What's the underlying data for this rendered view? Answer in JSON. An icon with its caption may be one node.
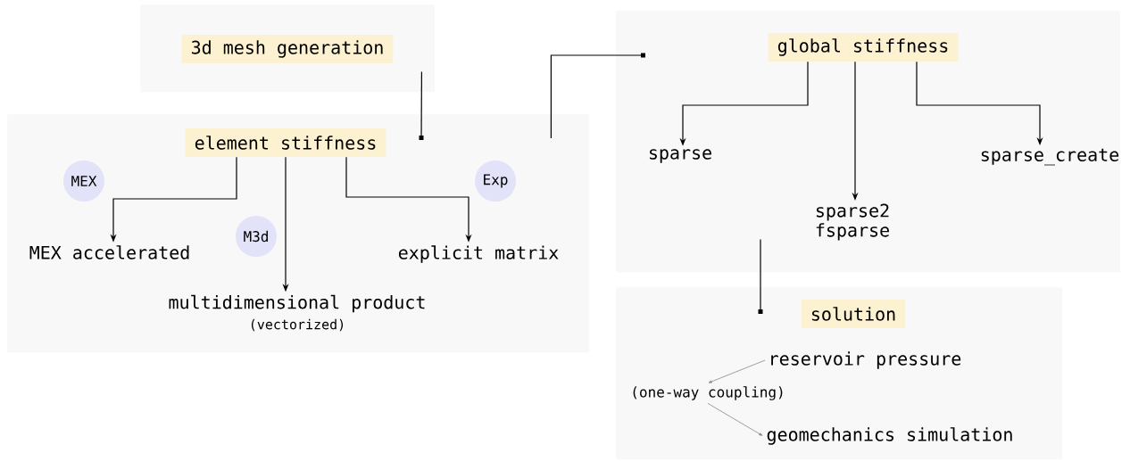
{
  "diagram": {
    "nodes": [
      {
        "text": [],
        "shape": "box"
      },
      {
        "text": [
          "3d mesh generation"
        ],
        "in": 0
      },
      {
        "text": [],
        "shape": "box"
      },
      {
        "text": [
          "element stiffness"
        ],
        "in": 2
      },
      {
        "text": [
          "MEX"
        ],
        "in": 2
      },
      {
        "text": [
          "Exp"
        ],
        "in": 2
      },
      {
        "text": [
          "M3d"
        ],
        "in": 2
      },
      {
        "text": [
          "MEX accelerated"
        ],
        "in": 2
      },
      {
        "text": [
          "explicit matrix"
        ],
        "in": 2
      },
      {
        "text": [
          "multidimensional product",
          "(vectorized)"
        ],
        "in": 2
      },
      {
        "text": [],
        "shape": "box"
      },
      {
        "text": [
          "global stiffness"
        ],
        "in": 10
      },
      {
        "text": [
          "sparse"
        ],
        "in": 10
      },
      {
        "text": [
          "sparse_create"
        ],
        "in": 10
      },
      {
        "text": [
          "sparse2 fsparse"
        ],
        "in": 10
      },
      {
        "text": [],
        "shape": "box"
      },
      {
        "text": [
          "solution"
        ],
        "in": 15
      },
      {
        "text": [
          "reservoir pressure"
        ],
        "in": 15
      },
      {
        "text": [
          "(one-way coupling)"
        ],
        "in": 15
      },
      {
        "text": [
          "geomechanics simulation"
        ],
        "in": 15
      }
    ],
    "edges": [
      {
        "from": 0,
        "to": 2,
        "arrow": "other"
      },
      {
        "from": 3,
        "to": 7,
        "arrow": "to"
      },
      {
        "from": 3,
        "to": 9,
        "arrow": "to"
      },
      {
        "from": 3,
        "to": 8,
        "arrow": "to"
      },
      {
        "from": 2,
        "to": 10,
        "arrow": "other"
      },
      {
        "from": 11,
        "to": 12,
        "arrow": "to"
      },
      {
        "from": 11,
        "to": 14,
        "arrow": "to"
      },
      {
        "from": 11,
        "to": 13,
        "arrow": "to"
      },
      {
        "from": 10,
        "to": 15,
        "arrow": "other"
      },
      {
        "from": 17,
        "to": 18,
        "arrow": "to",
        "color": "#888888"
      },
      {
        "from": 18,
        "to": 19,
        "arrow": "to",
        "color": "#888888"
      }
    ]
  }
}
